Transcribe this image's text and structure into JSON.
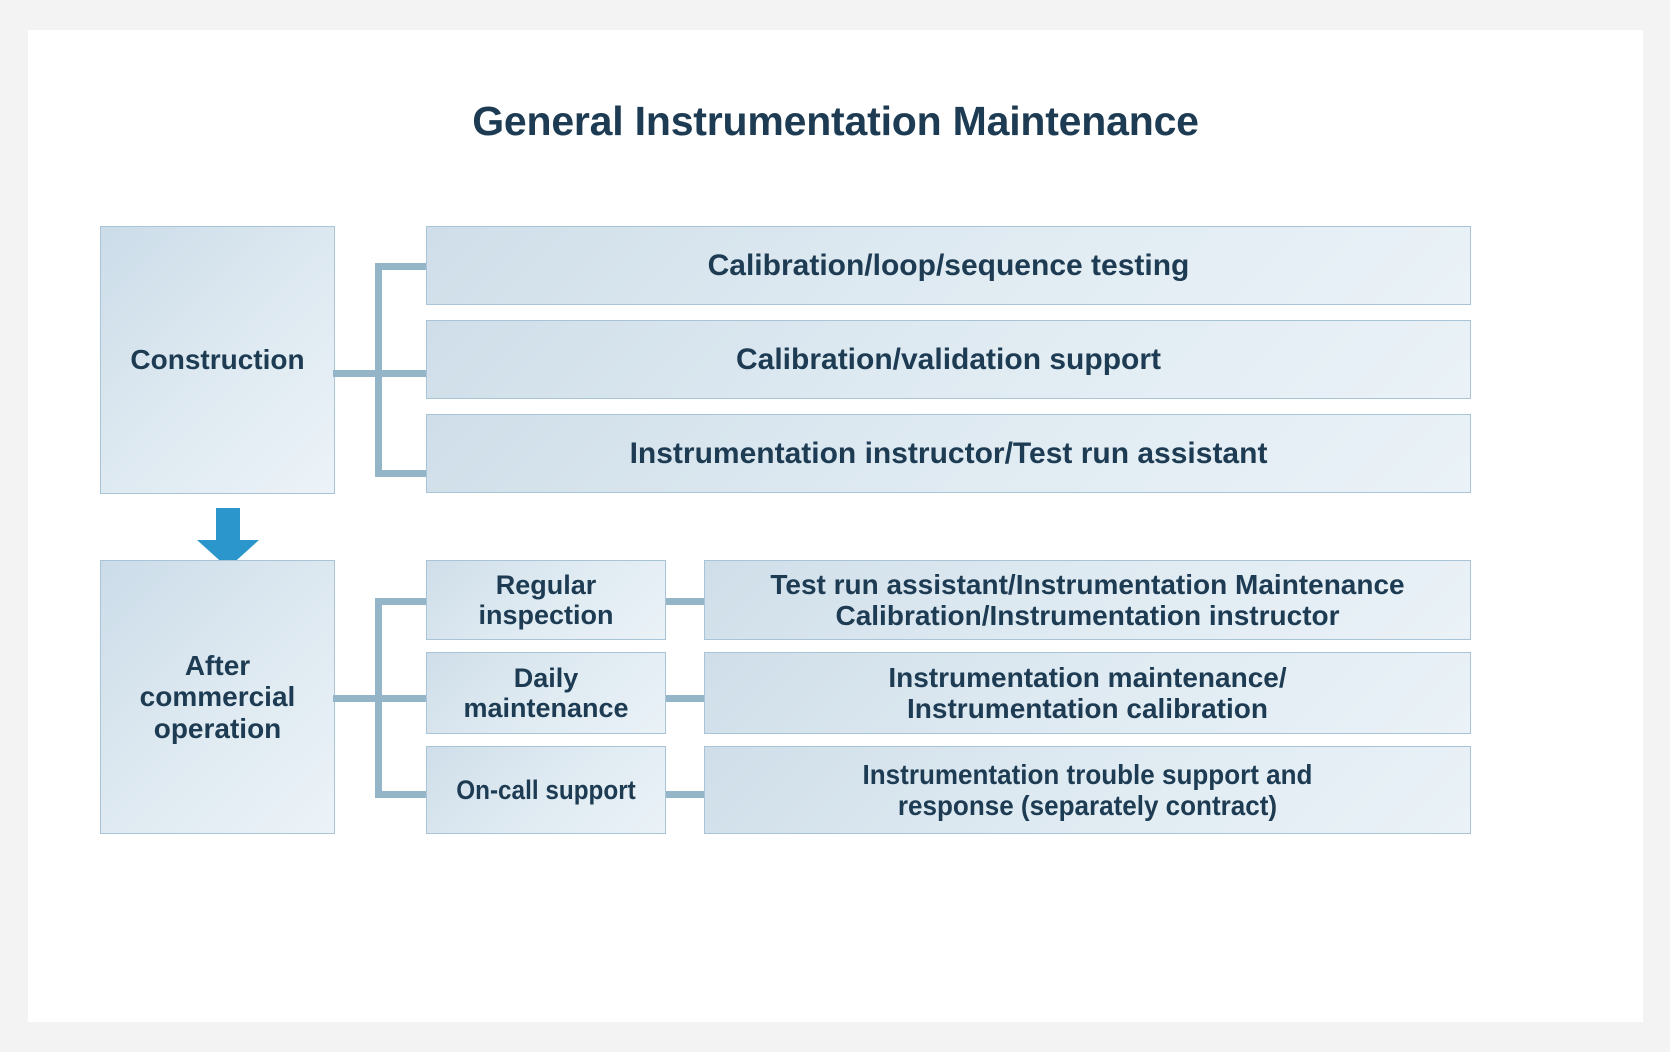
{
  "title": "General Instrumentation Maintenance",
  "colors": {
    "page_background": "#f3f3f3",
    "card_background": "#ffffff",
    "text": "#1d3b52",
    "box_fill_light": "#eaf2f7",
    "box_fill_dark": "#cfdee9",
    "box_border": "#a8c4d6",
    "connector": "#94b5c8",
    "arrow": "#2a96cc"
  },
  "sections": [
    {
      "stage": "Construction",
      "items": [
        {
          "label": "Calibration/loop/sequence testing"
        },
        {
          "label": "Calibration/validation support"
        },
        {
          "label": "Instrumentation instructor/Test run assistant"
        }
      ]
    },
    {
      "stage": "After\ncommercial\noperation",
      "stage_lines": [
        "After",
        "commercial",
        "operation"
      ],
      "items": [
        {
          "label_lines": [
            "Regular",
            "inspection"
          ],
          "detail_lines": [
            "Test run assistant/Instrumentation Maintenance",
            "Calibration/Instrumentation instructor"
          ]
        },
        {
          "label_lines": [
            "Daily",
            "maintenance"
          ],
          "detail_lines": [
            "Instrumentation maintenance/",
            "Instrumentation calibration"
          ]
        },
        {
          "label_lines": [
            "On-call support"
          ],
          "detail_lines": [
            "Instrumentation trouble support and",
            "response (separately contract)"
          ]
        }
      ]
    }
  ],
  "flow": {
    "arrow_icon": "arrow-down-icon",
    "arrow_direction": "down"
  },
  "s1": {
    "stage": "Construction",
    "item1": "Calibration/loop/sequence testing",
    "item2": "Calibration/validation support",
    "item3": "Instrumentation instructor/Test run assistant"
  },
  "s2": {
    "stage_l1": "After",
    "stage_l2": "commercial",
    "stage_l3": "operation",
    "mid1_l1": "Regular",
    "mid1_l2": "inspection",
    "mid2_l1": "Daily",
    "mid2_l2": "maintenance",
    "mid3_l1": "On-call support",
    "det1_l1": "Test run assistant/Instrumentation Maintenance",
    "det1_l2": "Calibration/Instrumentation instructor",
    "det2_l1": "Instrumentation maintenance/",
    "det2_l2": "Instrumentation calibration",
    "det3_l1": "Instrumentation trouble support and",
    "det3_l2": "response (separately contract)"
  }
}
